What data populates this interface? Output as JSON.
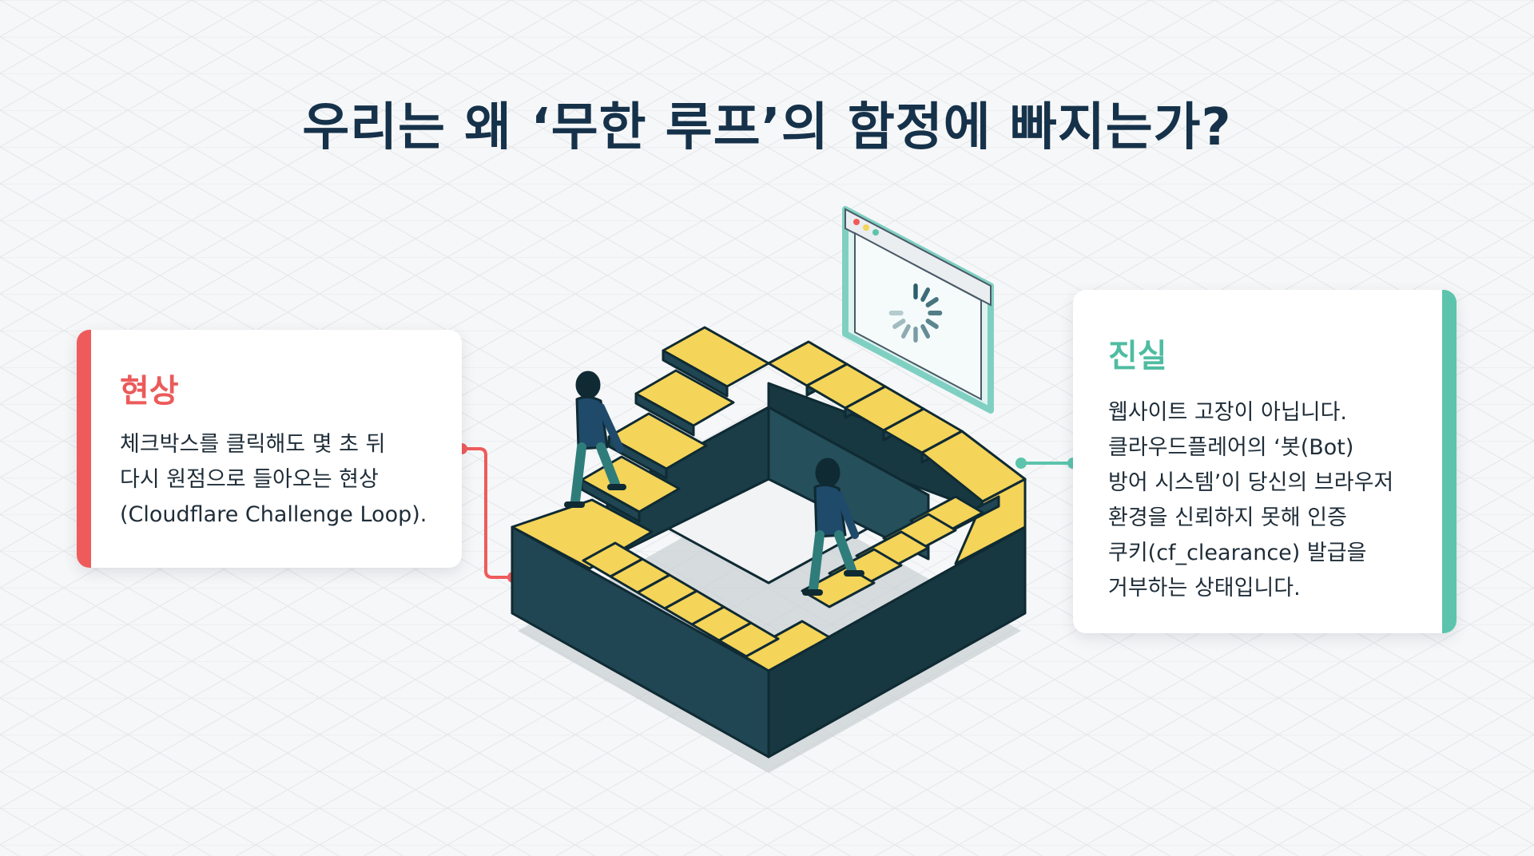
{
  "title": "우리는 왜 ‘무한 루프’의 함정에 빠지는가?",
  "phenomenon": {
    "heading": "현상",
    "lines": [
      "체크박스를 클릭해도 몇 초 뒤",
      "다시 원점으로 들아오는 현상",
      "(Cloudflare Challenge Loop)."
    ]
  },
  "truth": {
    "heading": "진실",
    "lines": [
      "웹사이트 고장이 아닙니다.",
      "클라우드플레어의 ‘봇(Bot)",
      "방어 시스템’이 당신의 브라우저",
      "환경을 신뢰하지 못해 인증",
      "쿠키(cf_clearance) 발급을",
      "거부하는 상태입니다."
    ]
  },
  "colors": {
    "title": "#16324a",
    "phenomenon_accent": "#ef5b5b",
    "truth_accent": "#5cc4ac",
    "stair_top": "#f4d459",
    "stair_side": "#1f4652",
    "background": "#f6f7f8"
  },
  "icons": {
    "browser": "browser-window-icon",
    "loading": "loading-spinner-icon"
  }
}
